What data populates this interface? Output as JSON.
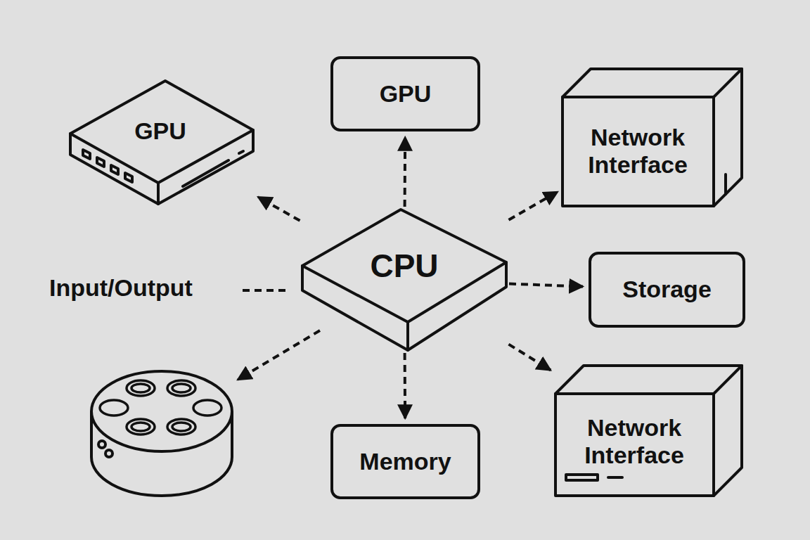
{
  "diagram": {
    "nodes": [
      {
        "text": [
          "GPU"
        ]
      },
      {
        "text": [
          "GPU"
        ]
      },
      {
        "text": [
          "Network Interface"
        ]
      },
      {
        "text": [
          "CPU"
        ]
      },
      {
        "text": [
          "Storage"
        ]
      },
      {
        "text": [
          "Memory"
        ]
      },
      {
        "text": [
          "Network Interface"
        ]
      }
    ],
    "edges": [
      {
        "from": 3,
        "to": 0,
        "arrow": "to"
      },
      {
        "from": 3,
        "to": 1,
        "arrow": "to"
      },
      {
        "from": 3,
        "to": 2,
        "arrow": "to"
      },
      {
        "from": 3,
        "to": 4,
        "arrow": "to"
      },
      {
        "from": 3,
        "to": 5,
        "arrow": "to"
      },
      {
        "from": 3,
        "to": 6,
        "arrow": "to"
      }
    ],
    "labels": [
      "Input/Output"
    ]
  }
}
